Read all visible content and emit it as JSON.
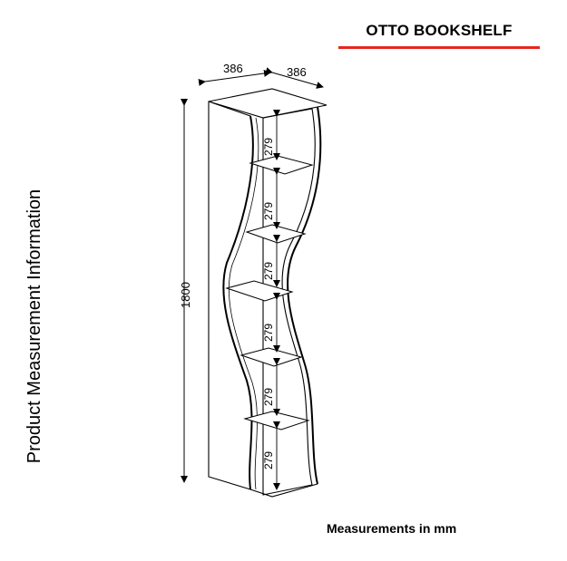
{
  "header": {
    "title": "OTTO BOOKSHELF"
  },
  "side_label": "Product Measurement Information",
  "footer": {
    "units_note": "Measurements in mm"
  },
  "dimensions": {
    "width_left": "386",
    "width_right": "386",
    "height": "1800",
    "shelf_gaps": [
      "279",
      "279",
      "279",
      "279",
      "279",
      "279"
    ]
  }
}
